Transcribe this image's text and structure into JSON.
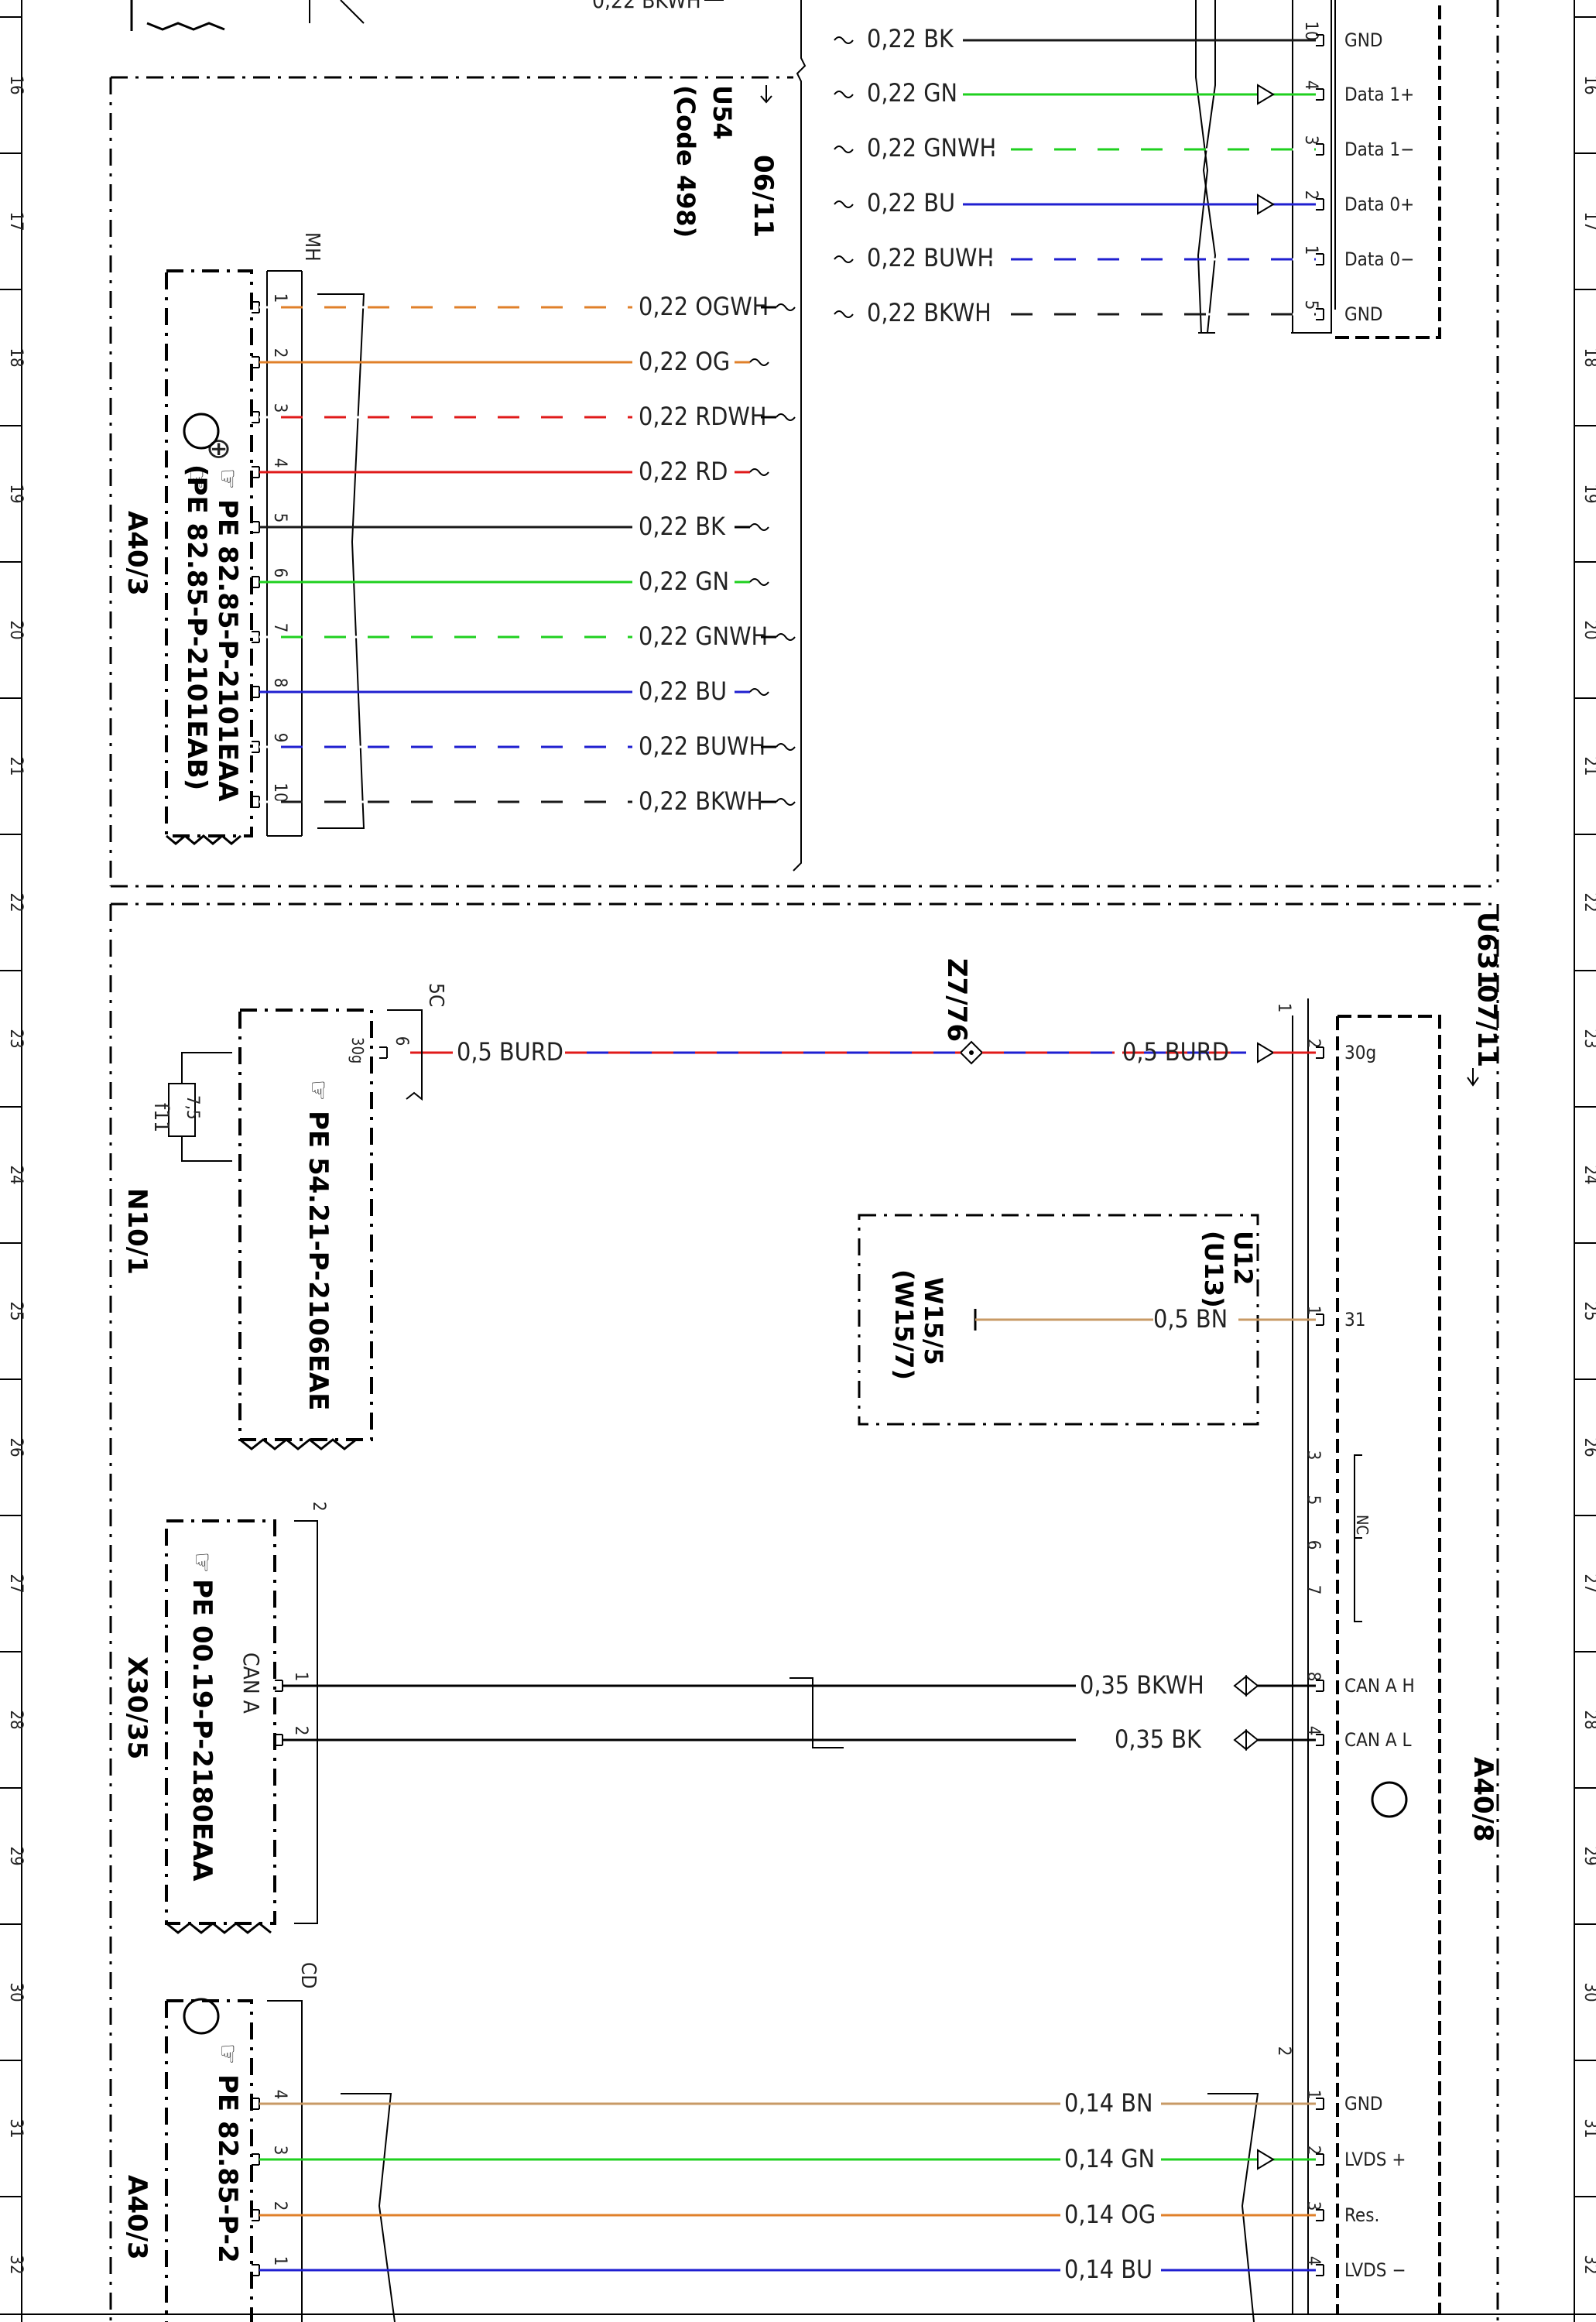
{
  "colors": {
    "GN": "#1fd01f",
    "BU": "#1f1fd0",
    "OG": "#e0802a",
    "RD": "#e01a1a",
    "BK": "#1a1a1a",
    "BN": "#c89a66",
    "WH": "#ffffff",
    "frame": "#000000"
  },
  "grid_numbers": [
    "16",
    "17",
    "18",
    "19",
    "20",
    "21",
    "22",
    "23",
    "24",
    "25",
    "26",
    "27",
    "28",
    "29",
    "30",
    "31",
    "32"
  ],
  "top_section": {
    "top_cut_wire": "0,22 BKWH",
    "right_pins": [
      "10",
      "4",
      "3",
      "2",
      "1",
      "5"
    ],
    "right_pin_labels": [
      "GND",
      "Data 1+",
      "Data 1−",
      "Data 0+",
      "Data 0−",
      "GND"
    ],
    "right_wires": [
      {
        "label": "0,22 BK",
        "colors": [
          "BK"
        ]
      },
      {
        "label": "0,22 GN",
        "colors": [
          "GN"
        ]
      },
      {
        "label": "0,22 GNWH",
        "colors": [
          "GN",
          "WH"
        ]
      },
      {
        "label": "0,22 BU",
        "colors": [
          "BU"
        ]
      },
      {
        "label": "0,22 BUWH",
        "colors": [
          "BU",
          "WH"
        ]
      },
      {
        "label": "0,22 BKWH",
        "colors": [
          "BK",
          "WH"
        ]
      }
    ],
    "section_code": "U54",
    "section_code_sub": "(Code 498)",
    "section_ref": "06/11",
    "connector": "MH",
    "left_pins": [
      "1",
      "2",
      "3",
      "4",
      "5",
      "6",
      "7",
      "8",
      "9",
      "10"
    ],
    "left_wires": [
      {
        "label": "0,22 OGWH",
        "colors": [
          "OG",
          "WH"
        ]
      },
      {
        "label": "0,22 OG",
        "colors": [
          "OG"
        ]
      },
      {
        "label": "0,22 RDWH",
        "colors": [
          "RD",
          "WH"
        ]
      },
      {
        "label": "0,22 RD",
        "colors": [
          "RD"
        ]
      },
      {
        "label": "0,22 BK",
        "colors": [
          "BK"
        ]
      },
      {
        "label": "0,22 GN",
        "colors": [
          "GN"
        ]
      },
      {
        "label": "0,22 GNWH",
        "colors": [
          "GN",
          "WH"
        ]
      },
      {
        "label": "0,22 BU",
        "colors": [
          "BU"
        ]
      },
      {
        "label": "0,22 BUWH",
        "colors": [
          "BU",
          "WH"
        ]
      },
      {
        "label": "0,22 BKWH",
        "colors": [
          "BK",
          "WH"
        ]
      }
    ],
    "component_ref_1": "PE 82.85-P-2101EAA",
    "component_ref_2": "(PE 82.85-P-2101EAB)",
    "component": "A40/3"
  },
  "bottom_section": {
    "section_code": "U631",
    "section_ref": "07/11",
    "component_right": "A40/8",
    "fuse_box": "N10/1",
    "fuse_connector": "5C",
    "fuse_pin": "6",
    "fuse_pin_label": "30g",
    "fuse": "f11",
    "fuse_value": "7,5",
    "fuse_ref": "PE 54.21-P-2106EAE",
    "splice": "Z7/76",
    "power_wire_left": "0,5 BURD",
    "power_wire_right": "0,5 BURD",
    "power_pin_outer": "1",
    "power_pin": "2",
    "power_pin_label": "30g",
    "ground_code": "U12",
    "ground_code_sub": "(U13)",
    "ground_point": "W15/5",
    "ground_point_sub": "(W15/7)",
    "ground_wire": "0,5 BN",
    "ground_pin": "1",
    "ground_pin_label": "31",
    "nc_pins": [
      "3",
      "5",
      "6",
      "7"
    ],
    "nc_label": "NC",
    "can_connector_pin": "2",
    "can_connector_label": "CAN A",
    "can_component": "X30/35",
    "can_ref": "PE 00.19-P-2180EAA",
    "can_wires": [
      {
        "label": "0,35 BKWH",
        "pin_left": "1",
        "pin_right": "8",
        "pin_label": "CAN A H"
      },
      {
        "label": "0,35 BK",
        "pin_left": "2",
        "pin_right": "4",
        "pin_label": "CAN A L"
      }
    ],
    "lvds_connector": "CD",
    "lvds_outer_pin": "2",
    "lvds_component": "A40/3",
    "lvds_ref": "PE 82.85-P-2",
    "lvds_wires": [
      {
        "label": "0,14 BN",
        "pin_left": "4",
        "pin_right": "1",
        "pin_label": "GND",
        "colors": [
          "BN"
        ]
      },
      {
        "label": "0,14 GN",
        "pin_left": "3",
        "pin_right": "2",
        "pin_label": "LVDS +",
        "colors": [
          "GN"
        ]
      },
      {
        "label": "0,14 OG",
        "pin_left": "2",
        "pin_right": "3",
        "pin_label": "Res.",
        "colors": [
          "OG"
        ]
      },
      {
        "label": "0,14 BU",
        "pin_left": "1",
        "pin_right": "4",
        "pin_label": "LVDS −",
        "colors": [
          "BU"
        ]
      }
    ]
  }
}
